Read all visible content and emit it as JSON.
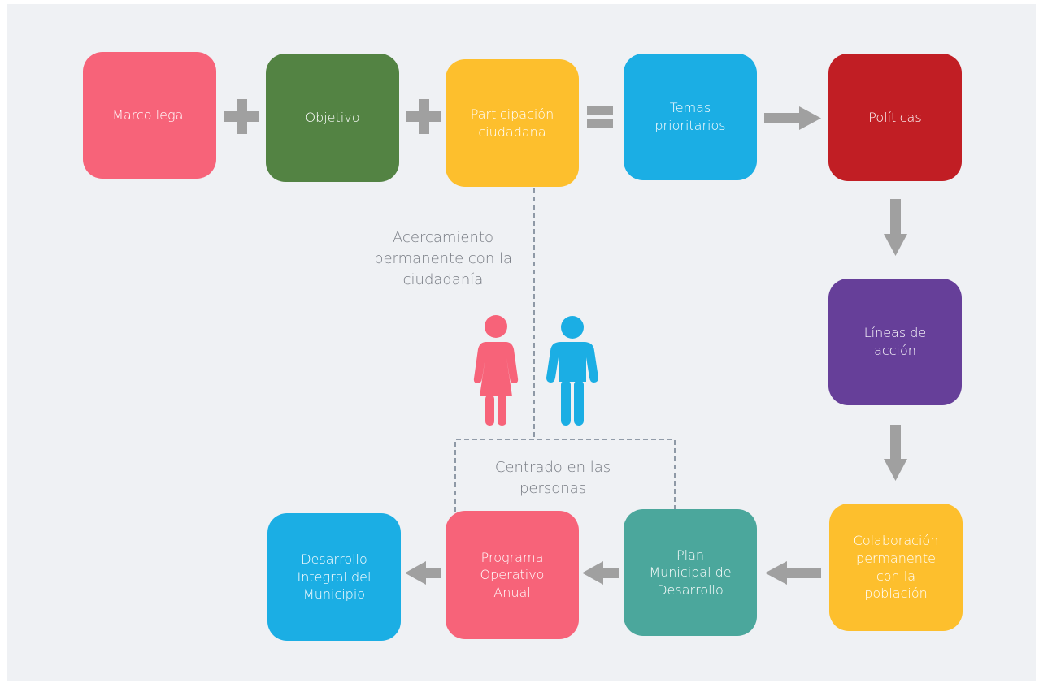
{
  "colors": {
    "pink": "#f76379",
    "green": "#538343",
    "yellow": "#fdbf2d",
    "cyan": "#1baee4",
    "red": "#c11e24",
    "purple": "#663f99",
    "teal": "#4ba79c",
    "arrow_gray": "#a0a0a0",
    "dashed_line": "#5b6a7c",
    "background": "#eff1f4"
  },
  "nodes": {
    "marco_legal": "Marco legal",
    "objetivo": "Objetivo",
    "participacion": "Participación\nciudadana",
    "temas": "Temas\nprioritarios",
    "politicas": "Políticas",
    "lineas": "Líneas de\nacción",
    "colaboracion": "Colaboración\npermanente\ncon la\npoblación",
    "plan": "Plan\nMunicipal de\nDesarrollo",
    "programa": "Programa\nOperativo\nAnual",
    "desarrollo": "Desarrollo\nIntegral del\nMunicipio"
  },
  "labels": {
    "acercamiento": "Acercamiento\npermanente con la\nciudadanía",
    "centrado": "Centrado en las\npersonas"
  },
  "icons": {
    "plus": "plus-icon",
    "equals": "equals-icon",
    "arrow_right": "arrow-right-icon",
    "arrow_down": "arrow-down-icon",
    "arrow_left": "arrow-left-icon",
    "woman": "woman-icon",
    "man": "man-icon"
  }
}
